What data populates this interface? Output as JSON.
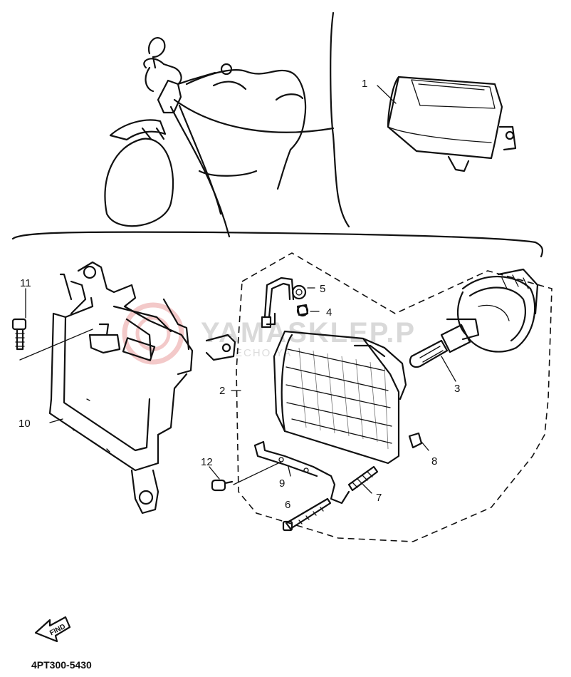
{
  "diagram": {
    "part_code": "4PT300-5430",
    "find_label": "FIND",
    "watermark": {
      "main": "YAMASKLEP.P",
      "sub": "ECHO  YA"
    },
    "callouts": [
      "1",
      "2",
      "3",
      "4",
      "5",
      "6",
      "7",
      "8",
      "9",
      "10",
      "11",
      "12"
    ]
  }
}
